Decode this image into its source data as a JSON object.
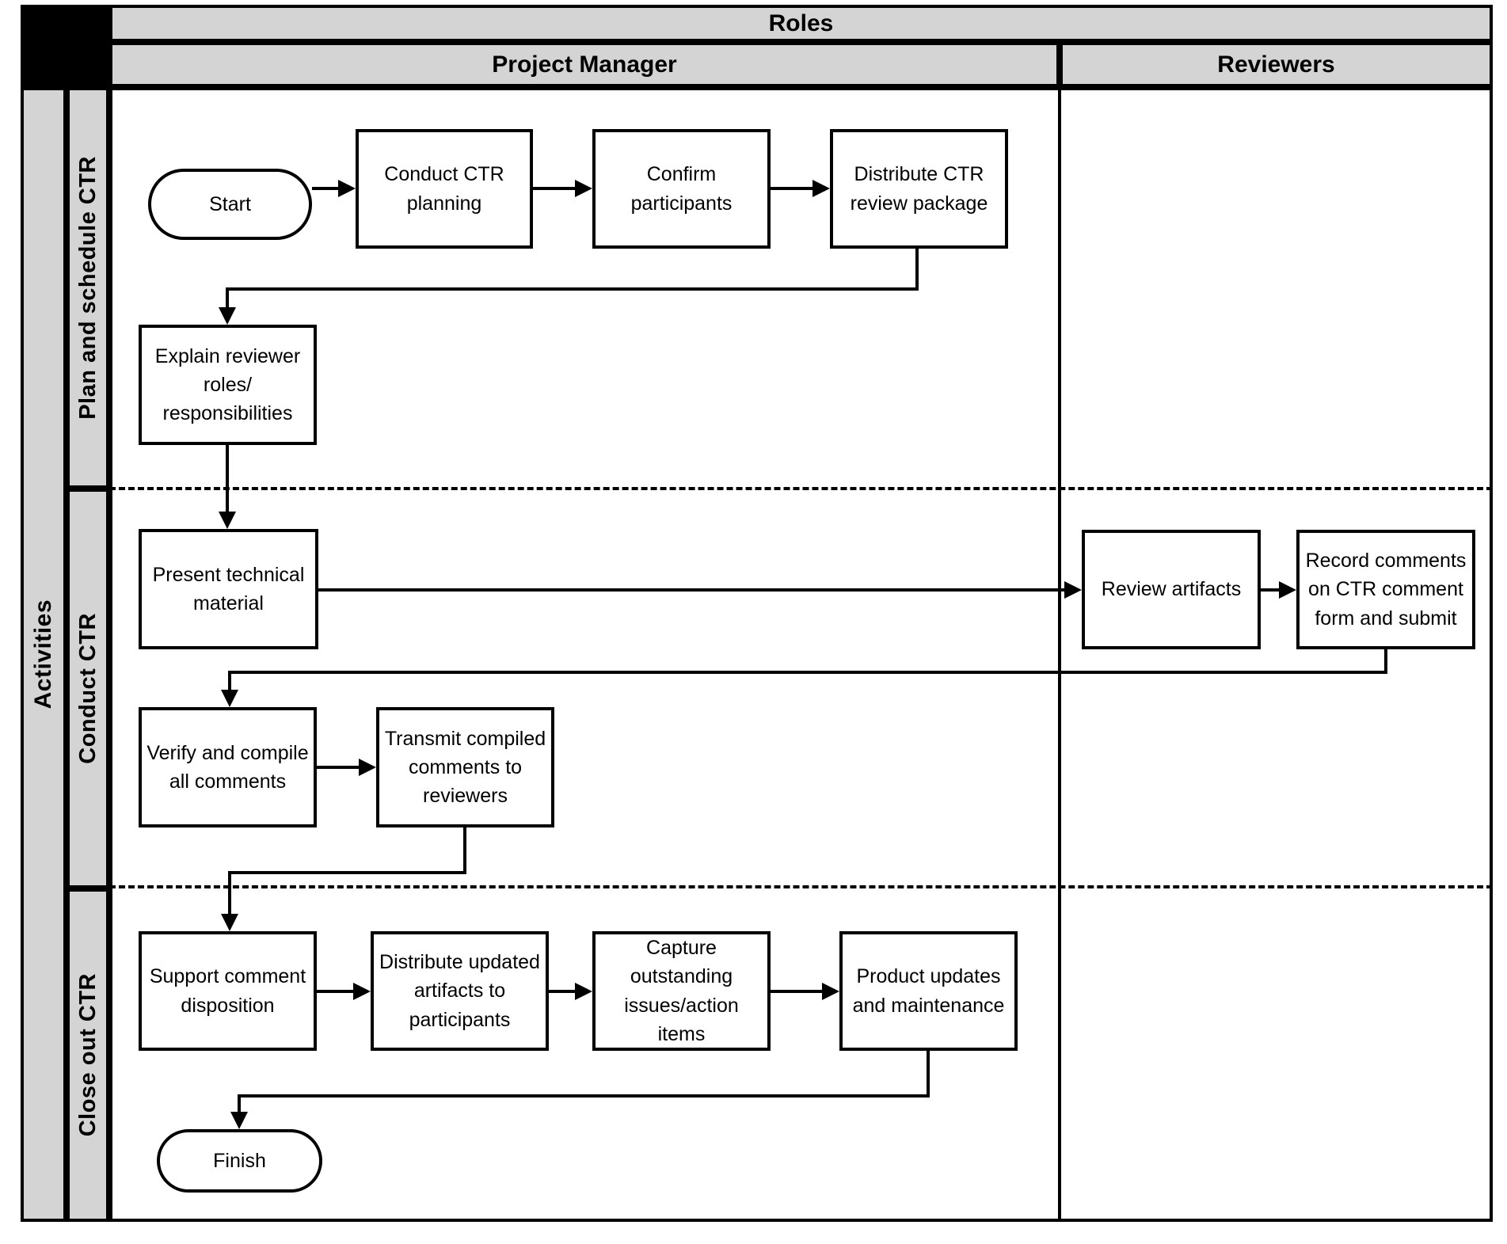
{
  "diagram_title": "Roles",
  "colors": {
    "header_bg": "#d4d4d4",
    "lane_label_bg": "#d4d4d4",
    "corner_bg": "#000000",
    "line": "#000000",
    "node_bg": "#ffffff"
  },
  "header": {
    "roles_label": "Roles",
    "columns": [
      {
        "label": "Project Manager"
      },
      {
        "label": "Reviewers"
      }
    ]
  },
  "sidebar": {
    "axis_label": "Activities",
    "lanes": [
      {
        "label": "Plan and schedule CTR"
      },
      {
        "label": "Conduct CTR"
      },
      {
        "label": "Close out CTR"
      }
    ]
  },
  "nodes": {
    "start": {
      "label": "Start",
      "shape": "terminator"
    },
    "conduct_planning": {
      "label": "Conduct CTR\nplanning",
      "shape": "process"
    },
    "confirm_participants": {
      "label": "Confirm\nparticipants",
      "shape": "process"
    },
    "distribute_package": {
      "label": "Distribute CTR\nreview package",
      "shape": "process"
    },
    "explain_roles": {
      "label": "Explain reviewer\nroles/\nresponsibilities",
      "shape": "process"
    },
    "present_material": {
      "label": "Present technical\nmaterial",
      "shape": "process"
    },
    "review_artifacts": {
      "label": "Review artifacts",
      "shape": "process"
    },
    "record_comments": {
      "label": "Record comments\non CTR comment\nform and submit",
      "shape": "process"
    },
    "verify_compile": {
      "label": "Verify and compile\nall comments",
      "shape": "process"
    },
    "transmit_comments": {
      "label": "Transmit compiled\ncomments to\nreviewers",
      "shape": "process"
    },
    "support_disposition": {
      "label": "Support comment\ndisposition",
      "shape": "process"
    },
    "distribute_updated": {
      "label": "Distribute updated\nartifacts to\nparticipants",
      "shape": "process"
    },
    "capture_issues": {
      "label": "Capture\noutstanding\nissues/action\nitems",
      "shape": "process"
    },
    "product_updates": {
      "label": "Product updates\nand maintenance",
      "shape": "process"
    },
    "finish": {
      "label": "Finish",
      "shape": "terminator"
    }
  }
}
